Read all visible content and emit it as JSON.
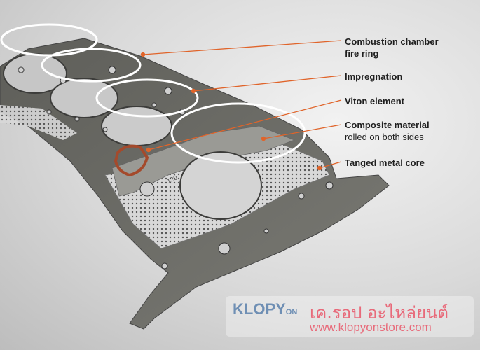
{
  "callouts": {
    "fire_ring": {
      "line1": "Combustion chamber",
      "line2": "fire ring"
    },
    "impregnation": "Impregnation",
    "viton": "Viton element",
    "composite": {
      "line1": "Composite material",
      "line2": "rolled on both sides"
    },
    "metal_core": "Tanged metal core"
  },
  "watermark": {
    "logo_main": "KLOPY",
    "logo_tail": "ON",
    "thai_name": "เค.รอป อะไหล่ยนต์",
    "url": "www.klopyonstore.com"
  },
  "colors": {
    "leader_line": "#e0642a",
    "gasket_gray": "#6e6e68",
    "composite_gray": "#9a9a95",
    "metal_core": "#cfcfcf",
    "viton": "#a44a2c",
    "watermark_text": "#e86a7a",
    "watermark_logo": "#6f8fb4"
  },
  "part_text": "120"
}
